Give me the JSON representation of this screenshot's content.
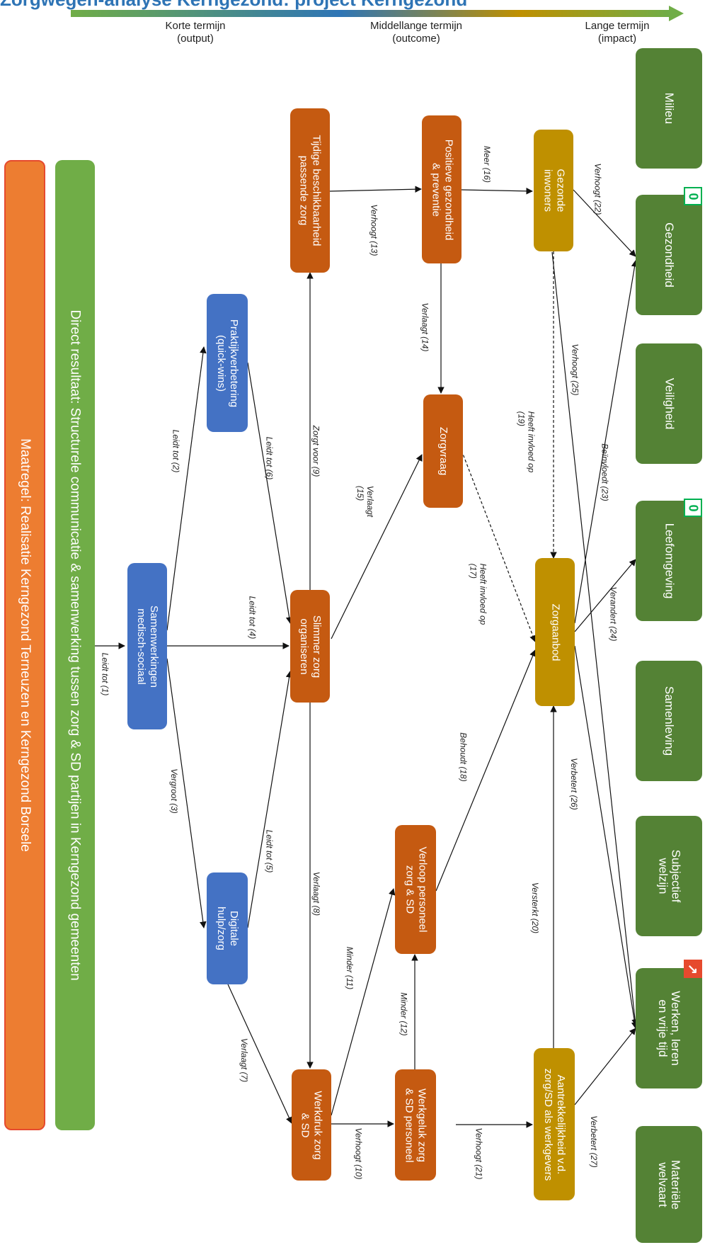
{
  "title": "Zorgwegen-analyse Kerngezond: project Kerngezond",
  "timeline": {
    "short": [
      "Korte termijn",
      "(output)"
    ],
    "mid": [
      "Middellange termijn",
      "(outcome)"
    ],
    "long": [
      "Lange termijn",
      "(impact)"
    ]
  },
  "colors": {
    "accent_red": "#c55a11",
    "accent_blue": "#4472c4",
    "accent_gold": "#bf9000",
    "impact_green": "#548235",
    "measure_orange": "#ed7d31",
    "result_green": "#70ad47"
  },
  "bars": {
    "measure": "Maatregel: Realisatie Kerngezond Terneuzen en Kerngezond Borsele",
    "result": "Direct resultaat: Structurele communicatie & samenwerking tussen zorg & SD partijen in Kerngezond gemeenten"
  },
  "nodes": {
    "samenwerkingen": "Samenwerkingen\nmedisch-sociaal",
    "praktijk": "Praktijkverbetering\n(quick-wins)",
    "digitale": "Digitale\nhulp/zorg",
    "tijdige": "Tijdige beschikbaarheid\npassende zorg",
    "slimmer": "Slimmer zorg\norganiseren",
    "werkdruk": "Werkdruk zorg\n& SD",
    "positieve": "Positieve gezondheid\n& preventie",
    "zorgvraag": "Zorgvraag",
    "verloop": "Verloop personeel\nzorg & SD",
    "werkgeluk": "Werkgeluk zorg\n& SD personeel",
    "gezonde": "Gezonde\ninwoners",
    "zorgaanbod": "Zorgaanbod",
    "aantrek": "Aantrekkelijkheid v.d.\nzorg/SD als werkgevers"
  },
  "impacts": {
    "milieu": "Milieu",
    "gezondheid": "Gezondheid",
    "veiligheid": "Veiligheid",
    "leefomgeving": "Leefomgeving",
    "samenleving": "Samenleving",
    "subjectief": "Subjectief\nwelzijn",
    "werken": "Werken, leren\nen vrije tijd",
    "materiele": "Materiële\nwelvaart"
  },
  "badges": {
    "gezondheid": "0",
    "leefomgeving": "0",
    "werken": "↗"
  },
  "edge_labels": {
    "e1": "Leidt tot (1)",
    "e2": "Leidt tot (2)",
    "e3": "Vergroot (3)",
    "e4": "Leidt tot (4)",
    "e5": "Leidt tot (5)",
    "e6": "Leidt tot (6)",
    "e7": "Verlaagt (7)",
    "e8": "Verlaagt (8)",
    "e9": "Zorgt voor (9)",
    "e10": "Verhoogt (10)",
    "e11": "Minder (11)",
    "e12": "Minder (12)",
    "e13": "Verhoogt (13)",
    "e14": "Verlaagt (14)",
    "e15": "Verlaagt\n(15)",
    "e16": "Meer (16)",
    "e17": "Heeft invloed op\n(17)",
    "e18": "Behoudt (18)",
    "e19": "Heeft invloed op\n(19)",
    "e20": "Versterkt (20)",
    "e21": "Verhoogt (21)",
    "e22": "Verhoogt (22)",
    "e23": "Beïnvloedt (23)",
    "e24": "Verandert (24)",
    "e25": "Verhoogt (25)",
    "e26": "Verbetert (26)",
    "e27": "Verbetert (27)"
  }
}
